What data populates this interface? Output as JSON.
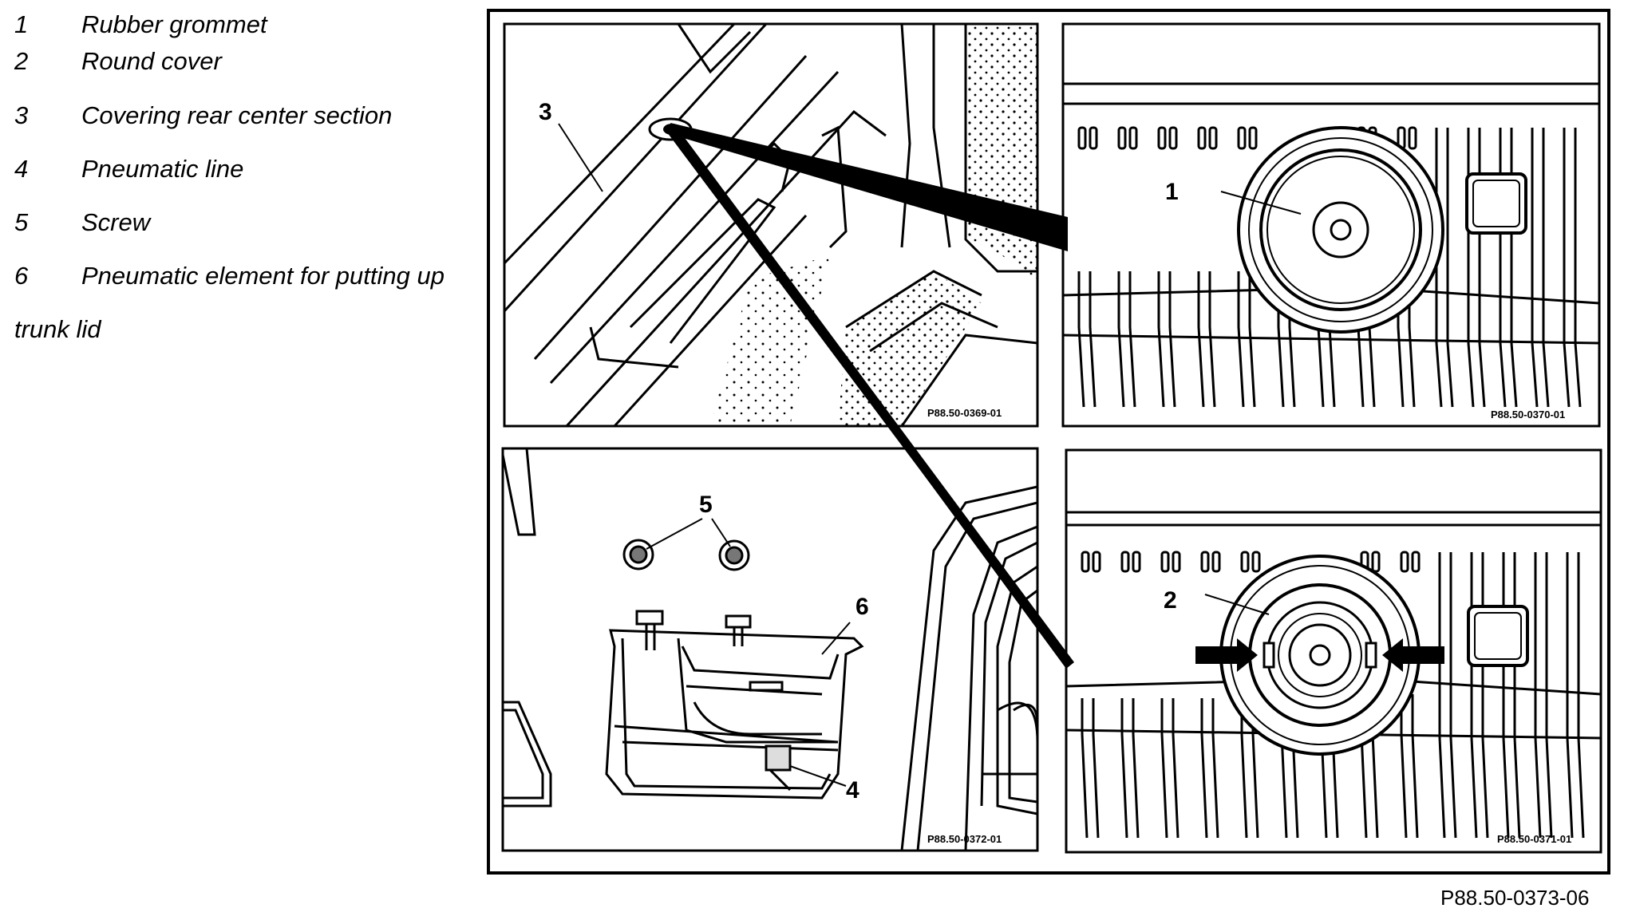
{
  "legend": {
    "items": [
      {
        "num": "1",
        "label": "Rubber grommet"
      },
      {
        "num": "2",
        "label": "Round cover"
      },
      {
        "num": "3",
        "label": "Covering rear center section"
      },
      {
        "num": "4",
        "label": "Pneumatic line"
      },
      {
        "num": "5",
        "label": "Screw"
      },
      {
        "num": "6",
        "label": "Pneumatic element for putting up"
      }
    ],
    "continuation": "trunk lid"
  },
  "panels": {
    "top_left_code": "P88.50-0369-01",
    "top_right_code": "P88.50-0370-01",
    "bottom_left_code": "P88.50-0372-01",
    "bottom_right_code": "P88.50-0371-01"
  },
  "callouts": {
    "c1": "1",
    "c2": "2",
    "c3": "3",
    "c4": "4",
    "c5": "5",
    "c6": "6"
  },
  "figure_code": "P88.50-0373-06"
}
